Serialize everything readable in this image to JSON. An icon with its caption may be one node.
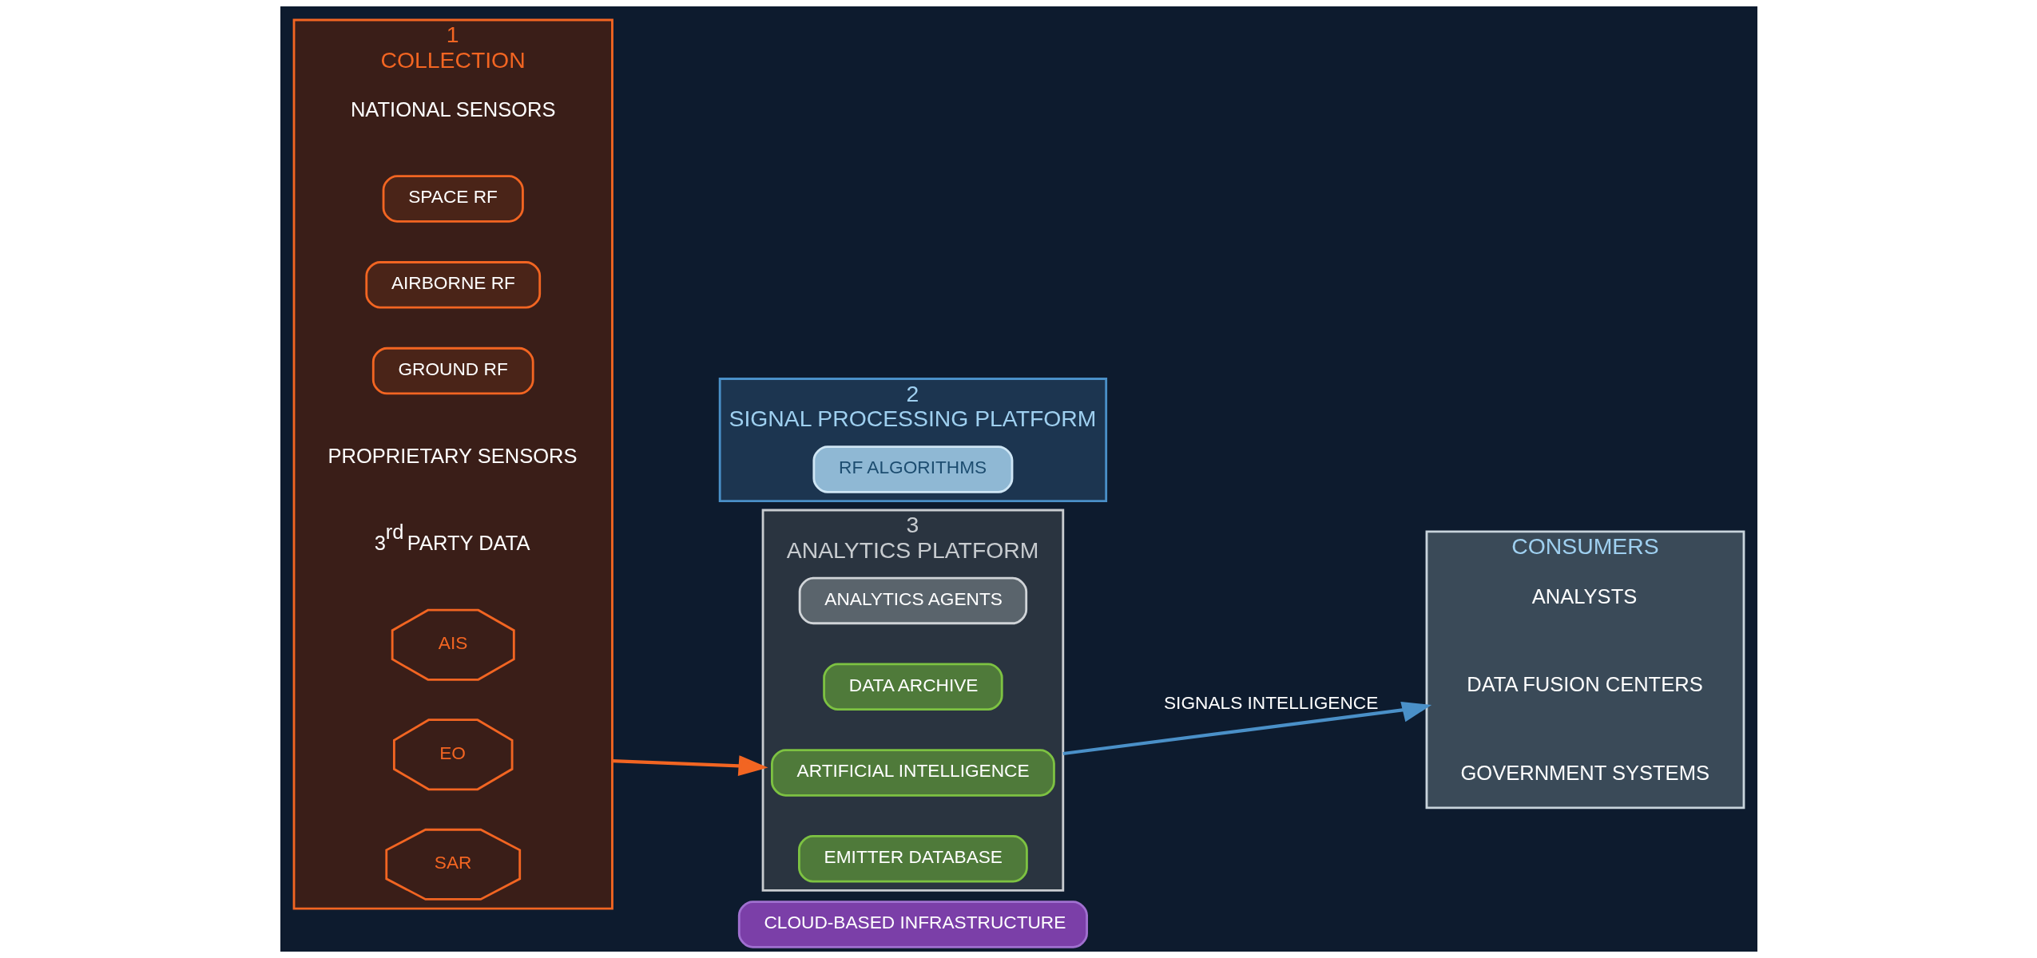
{
  "diagram": {
    "nodes": [
      {
        "text": [
          "1",
          "COLLECTION"
        ]
      },
      {
        "text": [
          "SPACE RF"
        ],
        "in": 0
      },
      {
        "text": [
          "AIRBORNE RF"
        ],
        "in": 0
      },
      {
        "text": [
          "GROUND RF"
        ],
        "in": 0
      },
      {
        "text": [
          "AIS"
        ],
        "in": 0
      },
      {
        "text": [
          "EO"
        ],
        "in": 0
      },
      {
        "text": [
          "SAR"
        ],
        "in": 0
      },
      {
        "text": [
          "2",
          "SIGNAL PROCESSING PLATFORM"
        ]
      },
      {
        "text": [
          "RF ALGORITHMS"
        ],
        "in": 7
      },
      {
        "text": [
          "3",
          "ANALYTICS PLATFORM"
        ]
      },
      {
        "text": [
          "ANALYTICS AGENTS"
        ],
        "in": 9
      },
      {
        "text": [
          "DATA ARCHIVE"
        ],
        "in": 9
      },
      {
        "text": [
          "ARTIFICIAL INTELLIGENCE"
        ],
        "in": 9
      },
      {
        "text": [
          "EMITTER DATABASE"
        ],
        "in": 9
      },
      {
        "text": [
          "CLOUD-BASED INFRASTRUCTURE"
        ]
      },
      {
        "text": [
          "CONSUMERS"
        ]
      }
    ],
    "edges": [
      {
        "from": 0,
        "to": 9,
        "arrow": "to",
        "color": "#f26522"
      },
      {
        "from": 9,
        "to": 15,
        "arrow": "to",
        "label": "SIGNALS INTELLIGENCE",
        "color": "#4a90c8"
      }
    ],
    "labels": [
      "NATIONAL SENSORS",
      "PROPRIETARY SENSORS",
      "3$^{rd}$ PARTY DATA",
      "ANALYSTS",
      "DATA FUSION CENTERS",
      "GOVERNMENT SYSTEMS"
    ]
  }
}
